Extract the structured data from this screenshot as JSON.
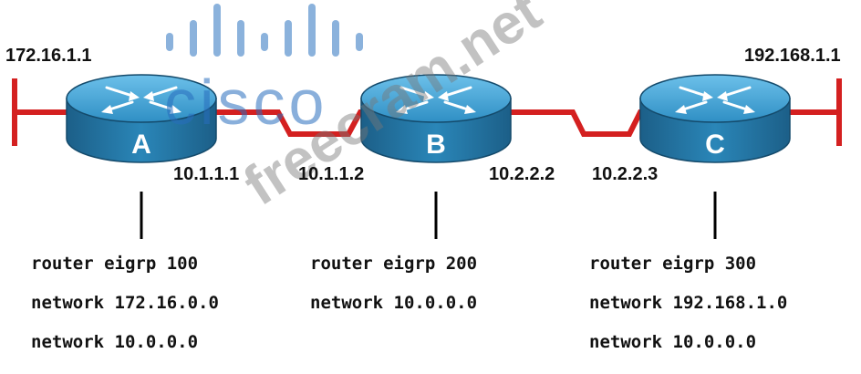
{
  "watermarks": {
    "brand": "cisco",
    "site": "freecram.net"
  },
  "colors": {
    "link": "#d42020",
    "router_top": "#3fa3d6",
    "router_side": "#1d6f9e",
    "brand_blue": "#2b73c0"
  },
  "endpoints": {
    "left_ip": "172.16.1.1",
    "right_ip": "192.168.1.1"
  },
  "routers": [
    {
      "name": "A",
      "interfaces": [
        "10.1.1.1"
      ],
      "config": [
        "router eigrp 100",
        "network 172.16.0.0",
        "network 10.0.0.0"
      ]
    },
    {
      "name": "B",
      "interfaces": [
        "10.1.1.2",
        "10.2.2.2"
      ],
      "config": [
        "router eigrp 200",
        "network 10.0.0.0"
      ]
    },
    {
      "name": "C",
      "interfaces": [
        "10.2.2.3"
      ],
      "config": [
        "router eigrp 300",
        "network 192.168.1.0",
        "network 10.0.0.0"
      ]
    }
  ]
}
